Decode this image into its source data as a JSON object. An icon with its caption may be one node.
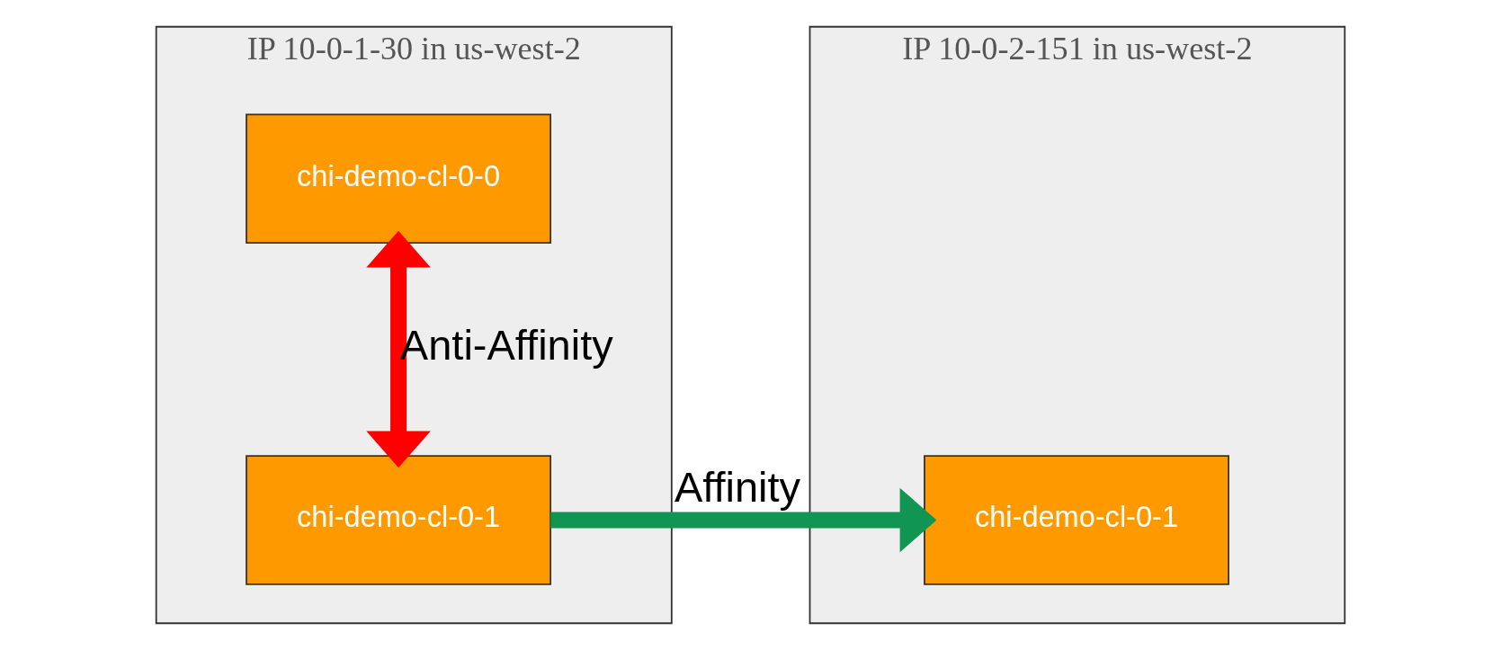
{
  "diagram": {
    "nodes": [
      {
        "text": [
          "IP 10-0-1-30 in us-west-2"
        ]
      },
      {
        "text": [
          "chi-demo-cl-0-0"
        ],
        "in": 0
      },
      {
        "text": [
          "chi-demo-cl-0-1"
        ],
        "in": 0
      },
      {
        "text": [
          "IP 10-0-2-151 in us-west-2"
        ]
      },
      {
        "text": [
          "chi-demo-cl-0-1"
        ],
        "in": 3
      }
    ],
    "edges": [
      {
        "from": 1,
        "to": 2,
        "arrow": "both",
        "label": "Anti-Affinity",
        "color": "#ff0000"
      },
      {
        "from": 2,
        "to": 4,
        "arrow": "to",
        "label": "Affinity",
        "color": "#109652"
      }
    ]
  }
}
